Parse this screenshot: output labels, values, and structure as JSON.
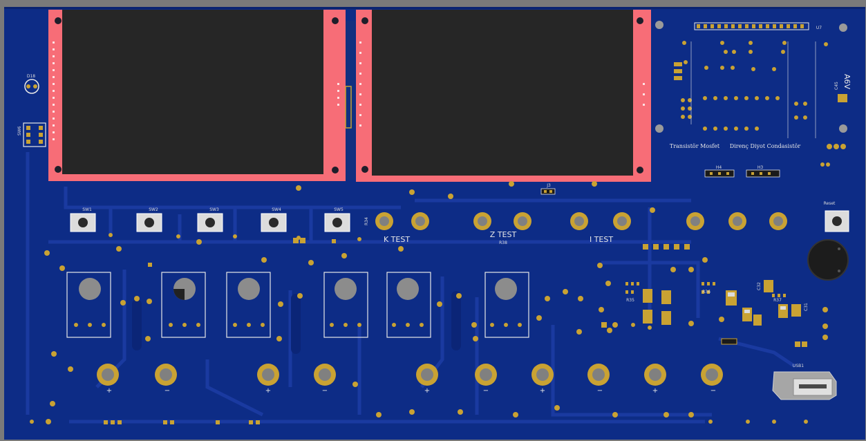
{
  "colors": {
    "board": "#0d2c86",
    "board_trace": "#17369a",
    "silk": "#e8e8e8",
    "pad_gold": "#c9a233",
    "pad_hole": "#808080",
    "lcd_frame": "#f76d77",
    "lcd_screen": "#262626",
    "background": "#7a7a7a"
  },
  "labels": {
    "d18": "D18",
    "sw6": "SW6",
    "u7": "U7",
    "c45": "C45",
    "v6a": "A6V",
    "j3": "J3",
    "h4": "H4",
    "h3": "H3",
    "usb1": "USB1",
    "r34": "R34",
    "r35": "R35",
    "r36": "R36",
    "r37": "R37",
    "r38": "R38",
    "c32": "C32",
    "c31": "C31"
  },
  "switches": [
    "SW1",
    "SW2",
    "SW3",
    "SW4",
    "SW5"
  ],
  "reset_label": "Reset",
  "test_labels": [
    "K TEST",
    "Z TEST",
    "I TEST"
  ],
  "section_labels": {
    "transistor": "Transistör Mosfet",
    "passive": "Direnç Diyot Condasistör"
  },
  "terminal_marks": [
    "+",
    "−",
    "+",
    "−",
    "+",
    "−",
    "+",
    "−",
    "+",
    "−"
  ]
}
